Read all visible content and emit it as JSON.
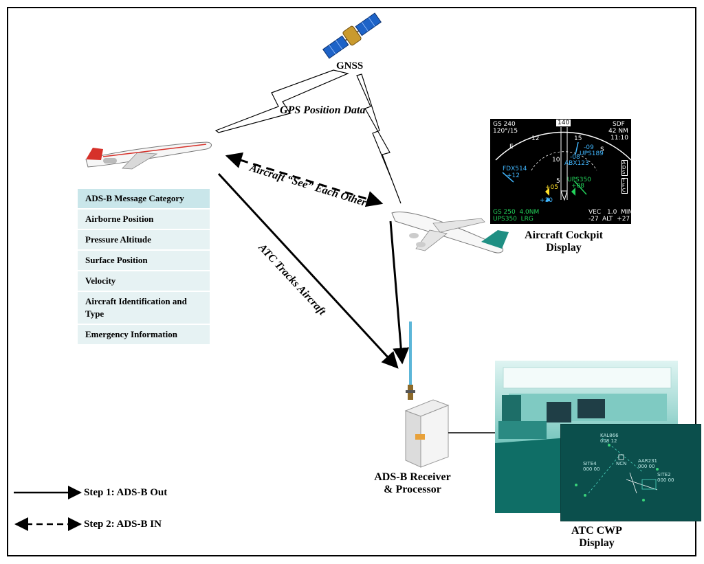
{
  "nodes": {
    "gnss": "GNSS",
    "cockpit_display": [
      "Aircraft  Cockpit",
      "Display"
    ],
    "receiver": [
      "ADS-B Receiver",
      "& Processor"
    ],
    "atc_cwp": [
      "ATC CWP",
      "Display"
    ]
  },
  "edges": {
    "gps": "GPS Position Data",
    "see": "Aircraft “See” Each Other",
    "atc": "ATC Tracks Aircraft"
  },
  "message_table": {
    "header": "ADS-B Message Category",
    "rows": [
      "Airborne Position",
      "Pressure Altitude",
      "Surface Position",
      "Velocity",
      "Aircraft Identification and Type",
      "Emergency Information"
    ]
  },
  "legend": {
    "step1": "Step 1: ADS-B Out",
    "step2": "Step 2: ADS-B IN"
  },
  "cockpit": {
    "gs_top": "GS 240",
    "hdg": "120°/15",
    "heading_box": "140",
    "dest": "SDF",
    "dist": "42 NM",
    "time": "11:10",
    "compass": [
      "E",
      "12",
      "15",
      "S"
    ],
    "ring": [
      "10",
      "5"
    ],
    "traffic": [
      {
        "label": "FDX514",
        "alt": "+12"
      },
      {
        "label": "ABX123",
        "alt": "-08"
      },
      {
        "label": "UPS189",
        "alt": "-09"
      },
      {
        "label": "UPS350",
        "alt": "+08"
      },
      {
        "label": "",
        "alt": "+05"
      },
      {
        "label": "",
        "alt": "+10"
      }
    ],
    "side_boxes": [
      "ADS",
      "TFC"
    ],
    "gs_bottom": "GS 250  4.0NM",
    "ups_bottom": "UPS350  LRG",
    "vec": "VEC",
    "min": "1.0  MIN",
    "alt_left": "-27",
    "alt_right": "ALT  +27"
  },
  "cwp_screen": {
    "labels": [
      "KAL866",
      "008 12",
      "SITE4",
      "000 00",
      "AAR231",
      "000 00",
      "SITE2",
      "000 00",
      "NCN"
    ]
  },
  "colors": {
    "table_header": "#c9e6ea",
    "table_row": "#e6f2f3",
    "cockpit_green": "#23d35b",
    "cockpit_cyan": "#41b7ff",
    "cockpit_yellow": "#ffe02a",
    "cwp_bg": "#0b4f4c"
  }
}
